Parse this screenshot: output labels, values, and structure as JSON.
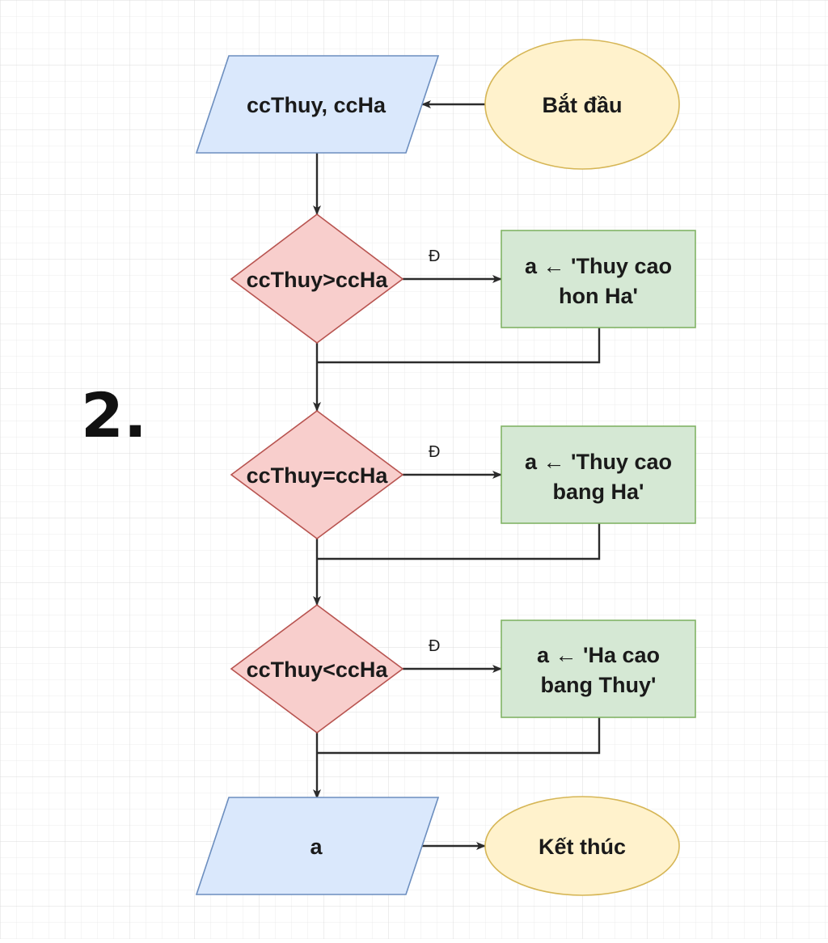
{
  "diagram": {
    "section_label": "2.",
    "nodes": {
      "start": {
        "text": "Bắt đầu",
        "shape": "ellipse",
        "fill": "#fff2cc",
        "stroke": "#d6b656"
      },
      "input": {
        "text": "ccThuy, ccHa",
        "shape": "parallelogram",
        "fill": "#dae8fc",
        "stroke": "#6c8ebf"
      },
      "cond1": {
        "text": "ccThuy>ccHa",
        "shape": "diamond",
        "fill": "#f8cecc",
        "stroke": "#b85450"
      },
      "proc1": {
        "lines": [
          "a ← 'Thuy cao",
          "hon Ha'"
        ],
        "shape": "rectangle",
        "fill": "#d5e8d4",
        "stroke": "#82b366"
      },
      "cond2": {
        "text": "ccThuy=ccHa",
        "shape": "diamond",
        "fill": "#f8cecc",
        "stroke": "#b85450"
      },
      "proc2": {
        "lines": [
          "a ← 'Thuy cao",
          "bang Ha'"
        ],
        "shape": "rectangle",
        "fill": "#d5e8d4",
        "stroke": "#82b366"
      },
      "cond3": {
        "text": "ccThuy<ccHa",
        "shape": "diamond",
        "fill": "#f8cecc",
        "stroke": "#b85450"
      },
      "proc3": {
        "lines": [
          "a ← 'Ha cao",
          "bang Thuy'"
        ],
        "shape": "rectangle",
        "fill": "#d5e8d4",
        "stroke": "#82b366"
      },
      "output": {
        "text": "a",
        "shape": "parallelogram",
        "fill": "#dae8fc",
        "stroke": "#6c8ebf"
      },
      "end": {
        "text": "Kết thúc",
        "shape": "ellipse",
        "fill": "#fff2cc",
        "stroke": "#d6b656"
      }
    },
    "edges": [
      {
        "from": "start",
        "to": "input",
        "label": ""
      },
      {
        "from": "input",
        "to": "cond1",
        "label": ""
      },
      {
        "from": "cond1",
        "to": "proc1",
        "label": "Đ"
      },
      {
        "from": "proc1",
        "to": "cond2",
        "label": ""
      },
      {
        "from": "cond1",
        "to": "cond2",
        "label": ""
      },
      {
        "from": "cond2",
        "to": "proc2",
        "label": "Đ"
      },
      {
        "from": "proc2",
        "to": "cond3",
        "label": ""
      },
      {
        "from": "cond2",
        "to": "cond3",
        "label": ""
      },
      {
        "from": "cond3",
        "to": "proc3",
        "label": "Đ"
      },
      {
        "from": "proc3",
        "to": "output",
        "label": ""
      },
      {
        "from": "cond3",
        "to": "output",
        "label": ""
      },
      {
        "from": "output",
        "to": "end",
        "label": ""
      }
    ],
    "grid_color": "#e3e3e3",
    "line_color": "#2b2b2b"
  }
}
